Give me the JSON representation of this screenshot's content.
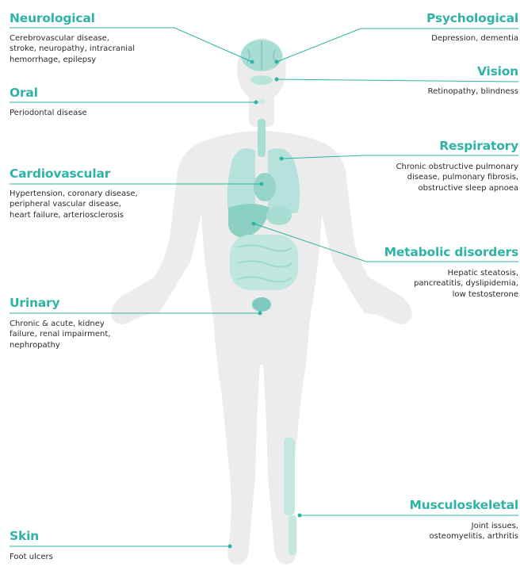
{
  "accent_color": "#2fb3a5",
  "body_color": "#ececec",
  "organ_color": "#a8ddd4",
  "labels": {
    "neurological": {
      "title": "Neurological",
      "text": "Cerebrovascular disease,\nstroke, neuropathy, intracranial\nhemorrhage, epilepsy"
    },
    "oral": {
      "title": "Oral",
      "text": "Periodontal disease"
    },
    "cardiovascular": {
      "title": "Cardiovascular",
      "text": "Hypertension, coronary disease,\nperipheral vascular disease,\nheart failure, arteriosclerosis"
    },
    "urinary": {
      "title": "Urinary",
      "text": "Chronic & acute, kidney\nfailure, renal impairment,\nnephropathy"
    },
    "skin": {
      "title": "Skin",
      "text": "Foot ulcers"
    },
    "psychological": {
      "title": "Psychological",
      "text": "Depression, dementia"
    },
    "vision": {
      "title": "Vision",
      "text": "Retinopathy, blindness"
    },
    "respiratory": {
      "title": "Respiratory",
      "text": "Chronic obstructive pulmonary\ndisease, pulmonary fibrosis,\nobstructive sleep apnoea"
    },
    "metabolic": {
      "title": "Metabolic disorders",
      "text": "Hepatic steatosis,\npancreatitis, dyslipidemia,\nlow testosterone"
    },
    "musculoskeletal": {
      "title": "Musculoskeletal",
      "text": "Joint issues,\nosteomyelitis, arthritis"
    }
  }
}
